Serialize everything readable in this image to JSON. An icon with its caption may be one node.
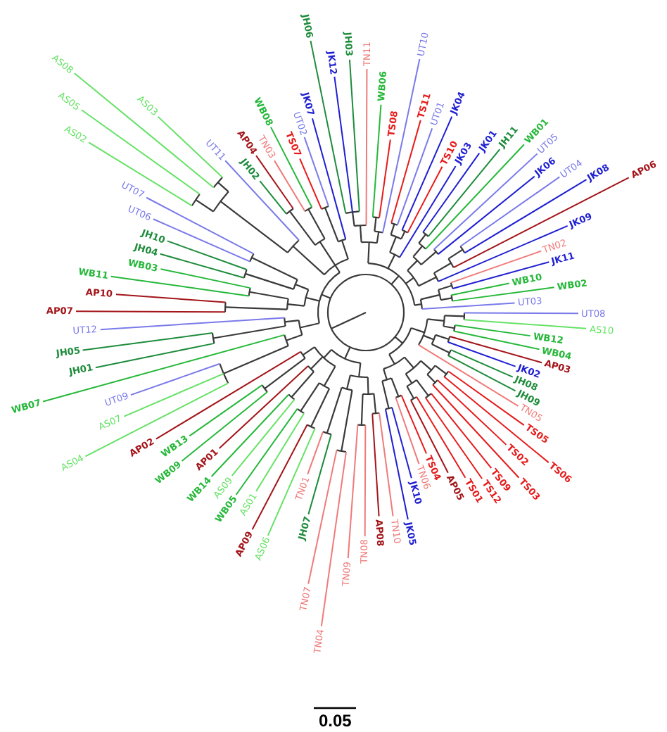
{
  "diagram": {
    "labels": [
      "JH06",
      "JK12",
      "JH03",
      "TN11",
      "WB06",
      "TS08",
      "UT10",
      "TS11",
      "UT01",
      "JK04",
      "TS10",
      "JK03",
      "JK01",
      "JH11",
      "WB01",
      "UT05",
      "JK06",
      "UT04",
      "JK08",
      "AP06",
      "JK09",
      "TN02",
      "JK11",
      "WB10",
      "WB02",
      "UT03",
      "UT08",
      "AS10",
      "WB12",
      "WB04",
      "AP03",
      "JK02",
      "JH08",
      "JH09",
      "TN05",
      "TS05",
      "TS06",
      "TS02",
      "TS03",
      "TS09",
      "TS12",
      "TS01",
      "AP05",
      "TS04",
      "TN06",
      "JK10",
      "JK05",
      "TN10",
      "AP08",
      "TN08",
      "TN09",
      "TN04",
      "TN07",
      "JH07",
      "TN01",
      "AS06",
      "AP09",
      "AS01",
      "WB05",
      "AS09",
      "WB14",
      "AP01",
      "WB09",
      "WB13",
      "AP02",
      "AS04",
      "AS07",
      "UT09",
      "WB07",
      "JH01",
      "JH05",
      "UT12",
      "AP07",
      "AP10",
      "WB11",
      "WB03",
      "JH04",
      "JH10",
      "UT06",
      "UT07",
      "AS02",
      "AS05",
      "AS08",
      "AS03",
      "UT11",
      "JH02",
      "AP04",
      "TN03",
      "WB08",
      "TS07",
      "UT02",
      "JK07",
      "0.05"
    ]
  }
}
